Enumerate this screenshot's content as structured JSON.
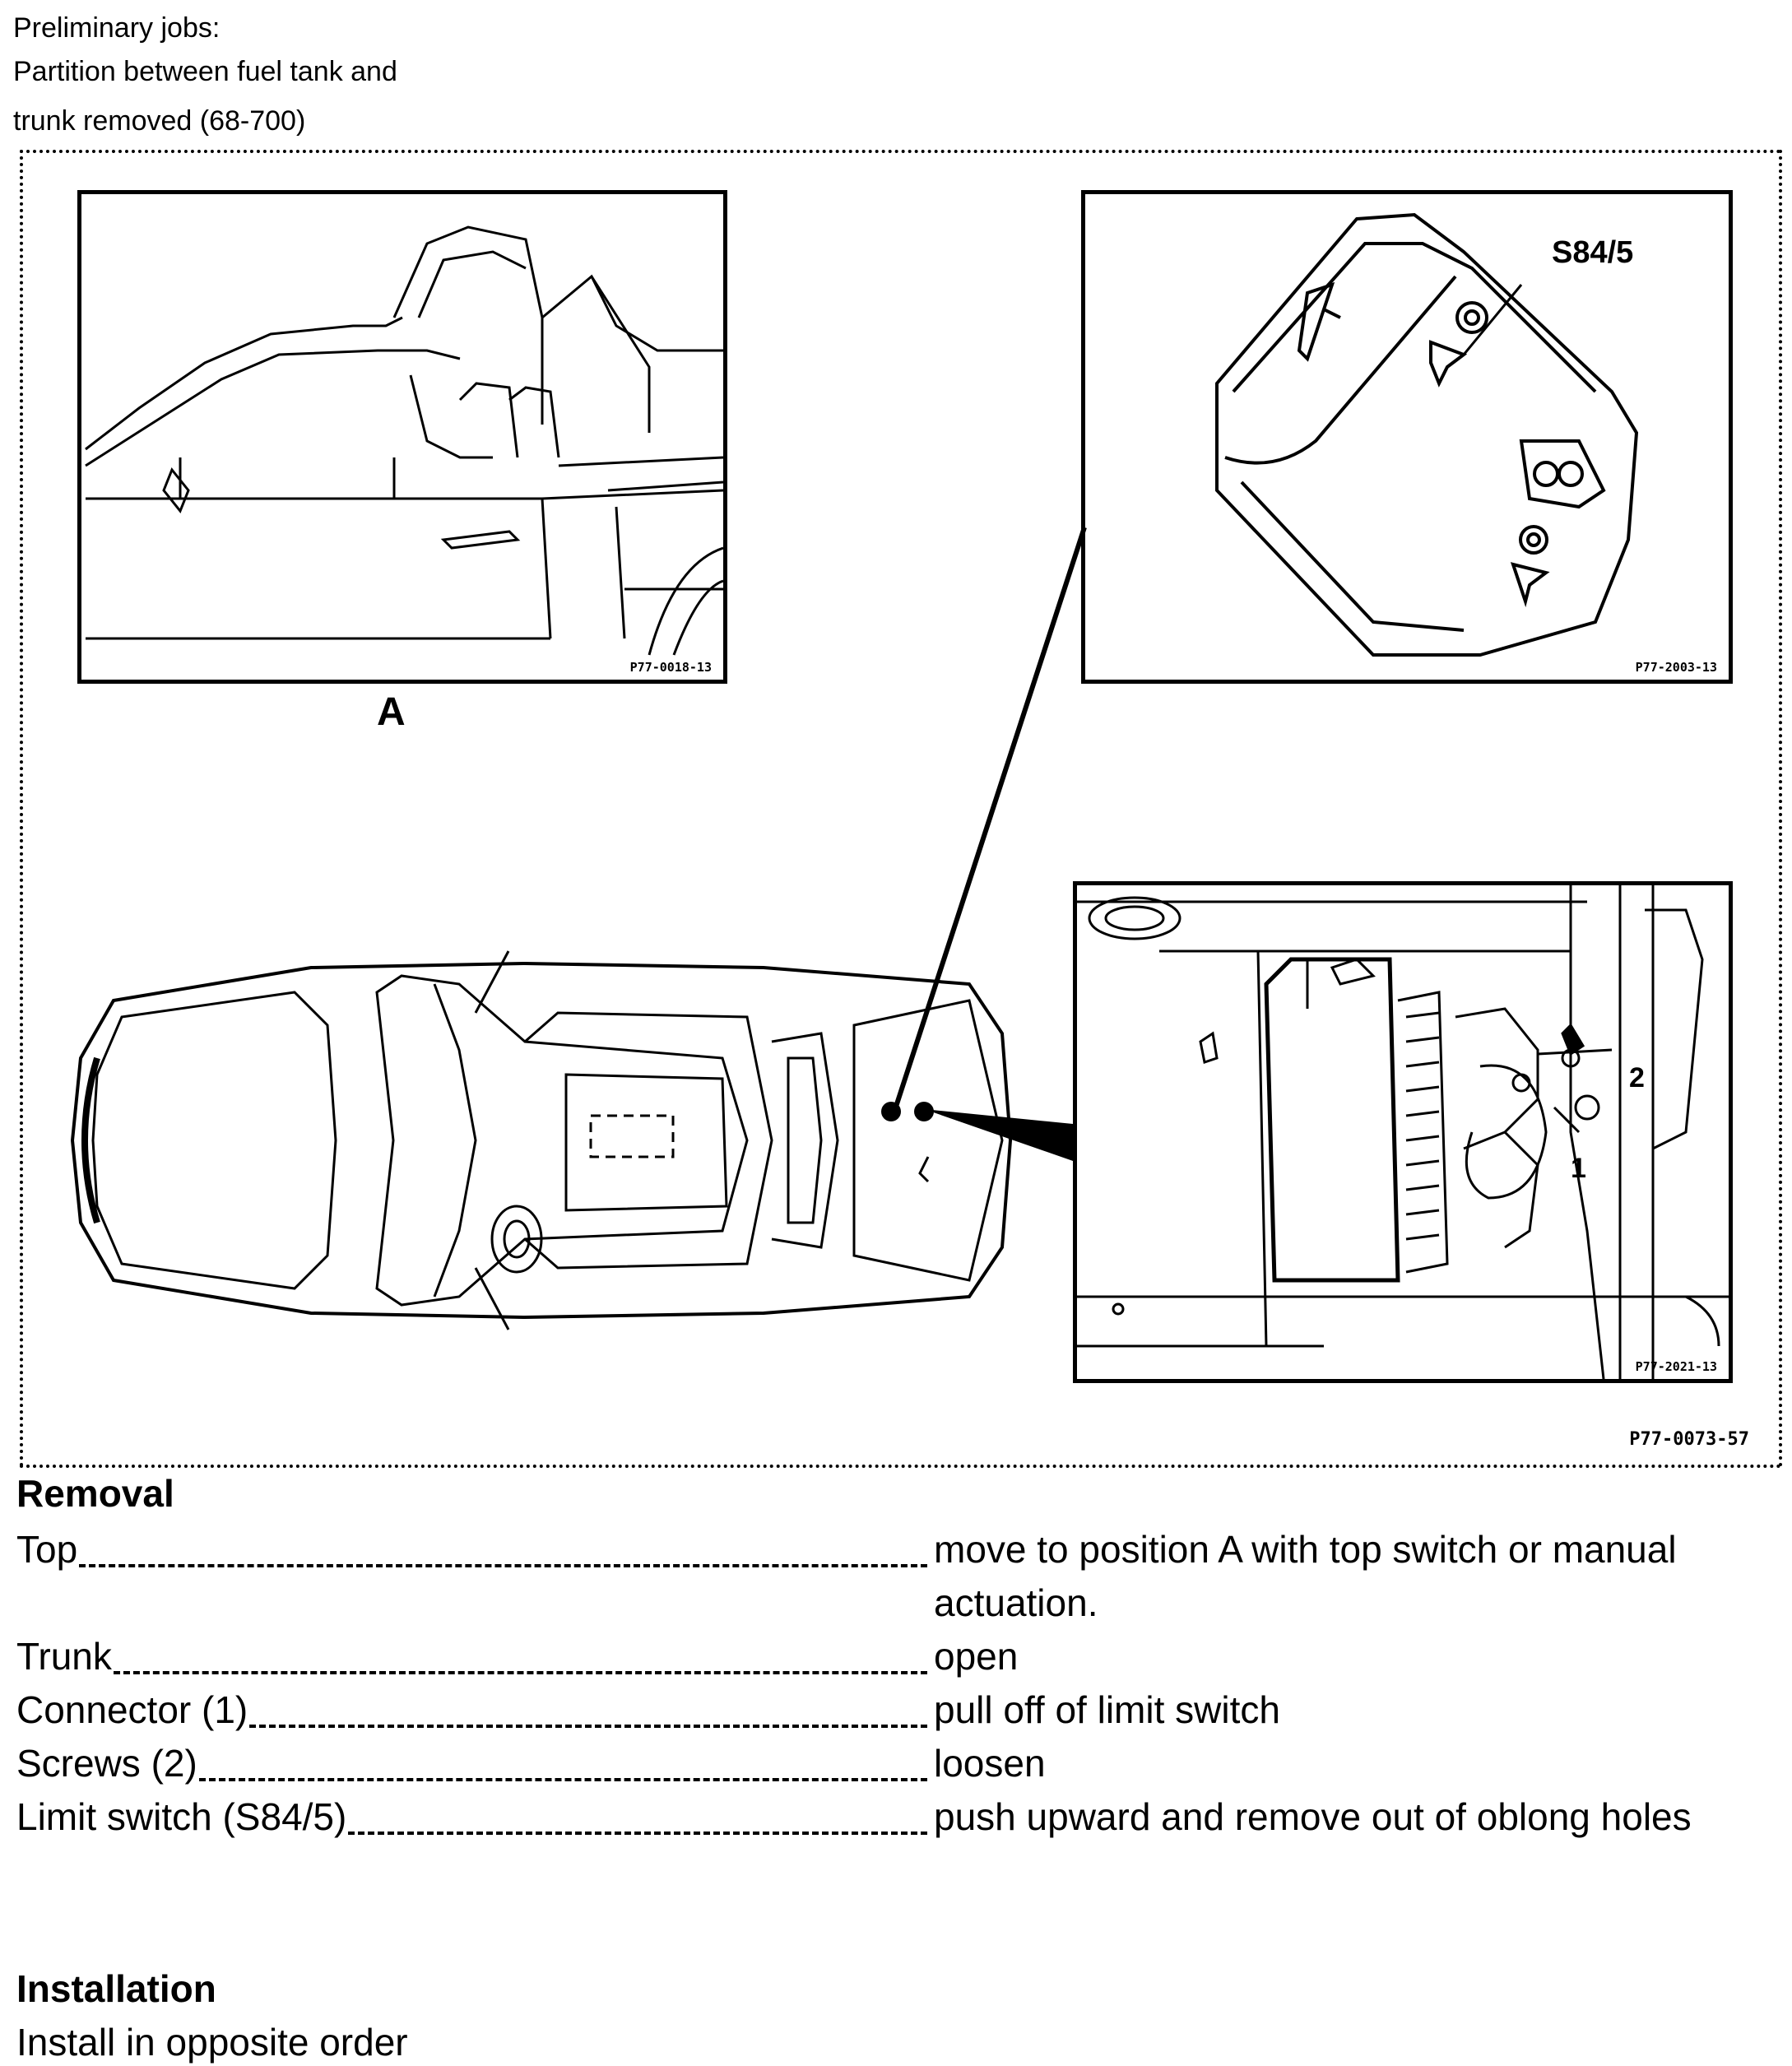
{
  "preliminary": {
    "line1": "Preliminary jobs:",
    "line2": "Partition between fuel tank and",
    "line3": "trunk removed (68-700)"
  },
  "figure": {
    "panel_a_code": "P77-0018-13",
    "panel_a_label": "A",
    "switch_panel_code": "P77-2003-13",
    "switch_label": "S84/5",
    "detail_panel_code": "P77-2021-13",
    "callout_1": "1",
    "callout_2": "2",
    "figure_code": "P77-0073-57"
  },
  "removal": {
    "title": "Removal",
    "steps": [
      {
        "item": "Top",
        "action": "move to position A with top switch or manual actuation."
      },
      {
        "item": "Trunk",
        "action": "open"
      },
      {
        "item": "Connector (1)",
        "action": "pull off of limit switch"
      },
      {
        "item": "Screws (2)",
        "action": "loosen"
      },
      {
        "item": "Limit switch (S84/5)",
        "action": "push upward and remove out of oblong holes"
      }
    ]
  },
  "installation": {
    "title": "Installation",
    "text": "Install in opposite order"
  }
}
